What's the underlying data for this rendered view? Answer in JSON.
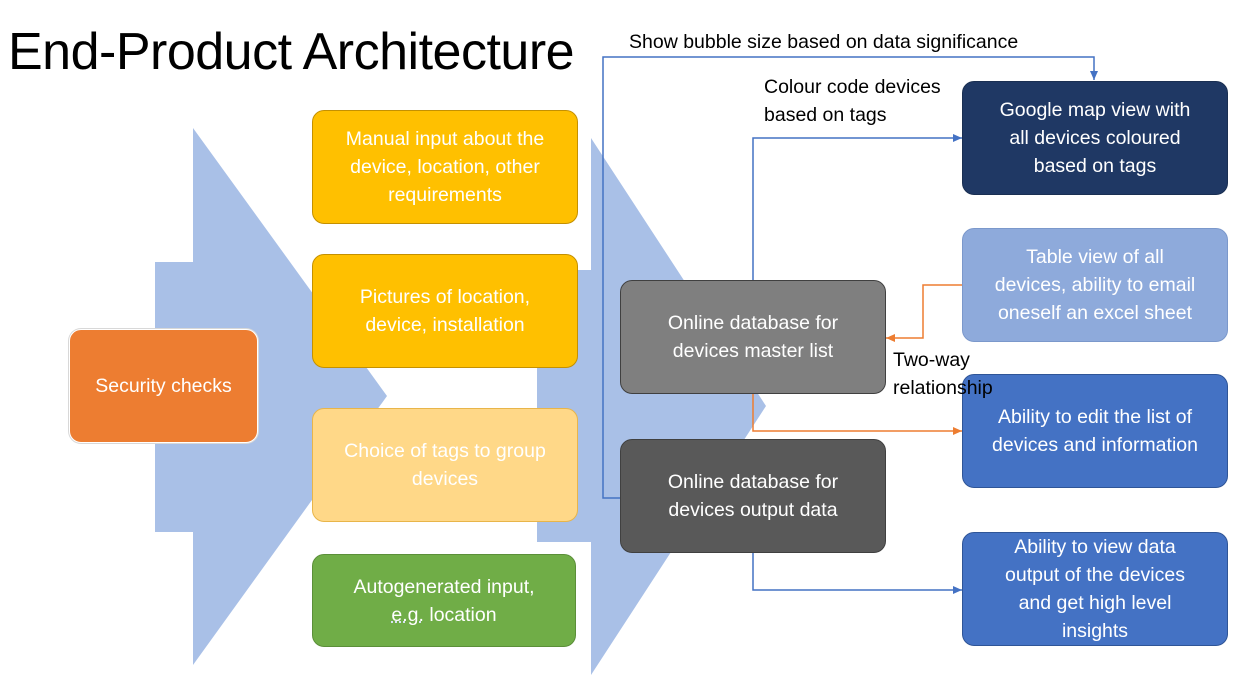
{
  "title": "End-Product Architecture",
  "boxes": {
    "security": "Security checks",
    "manual_input": "Manual input about the\ndevice, location, other\nrequirements",
    "pictures": "Pictures of location,\ndevice, installation",
    "tags_choice": "Choice of tags to group\ndevices",
    "auto_input_prefix": "Autogenerated input,\n",
    "auto_input_eg": "e.g.",
    "auto_input_suffix": " location",
    "db_master": "Online database for\ndevices master list",
    "db_output": "Online database for\ndevices output data",
    "map_view": "Google map view with\nall devices coloured\nbased on tags",
    "table_view": "Table view of all\ndevices, ability to email\noneself an excel sheet",
    "edit_list": "Ability to edit the list of\ndevices and information",
    "view_output": "Ability to view data\noutput of the devices\nand get high level\ninsights"
  },
  "annotations": {
    "bubble": "Show bubble size based on data significance",
    "colour_code": "Colour code devices\nbased on tags",
    "two_way": "Two-way\nrelationship"
  },
  "colors": {
    "arrow_fill": "#a9c0e7",
    "blue_connector": "#4472c4",
    "orange_connector": "#ed7d31"
  }
}
